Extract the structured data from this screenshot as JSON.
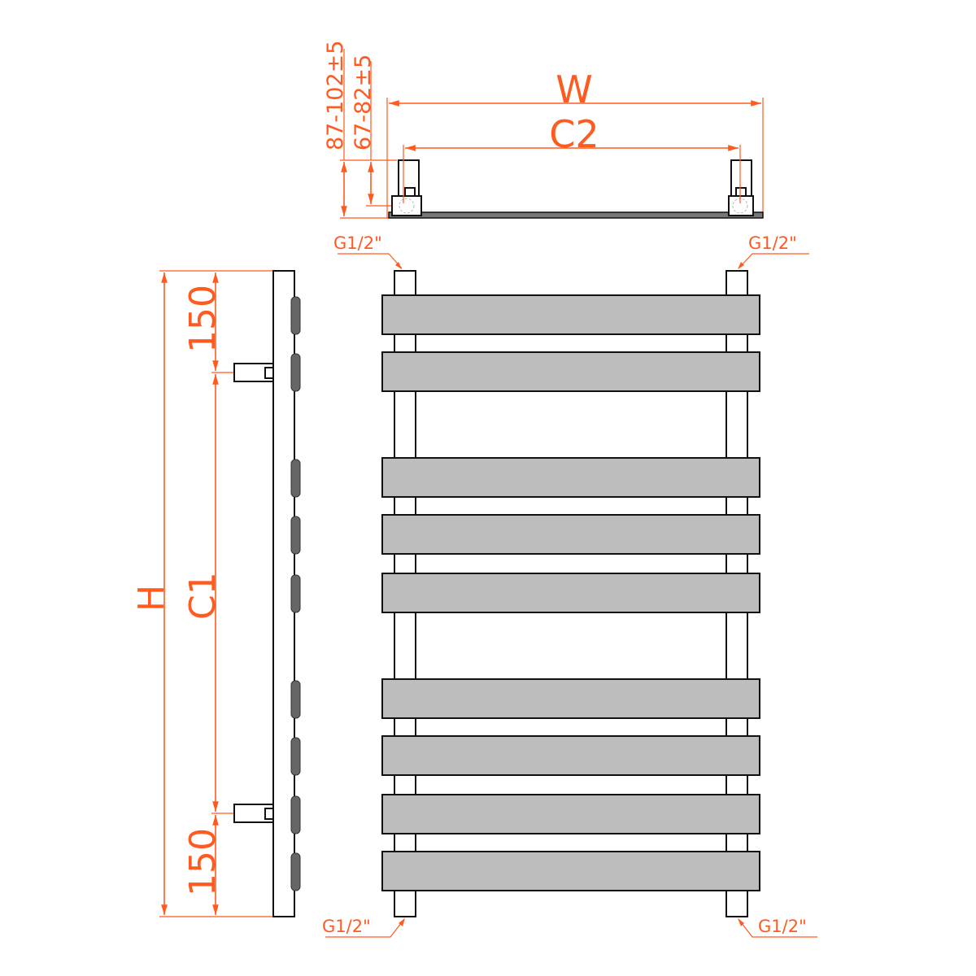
{
  "colors": {
    "dimension": "#ff5a1f",
    "bar_fill": "#bdbdbd",
    "outline": "#111111"
  },
  "top_view": {
    "width_label": "W",
    "c2_label": "C2",
    "depth_outer_label": "87-102±5",
    "depth_inner_label": "67-82±5"
  },
  "side_view": {
    "height_label": "H",
    "c1_label": "C1",
    "top_offset_label": "150",
    "bottom_offset_label": "150"
  },
  "front_view": {
    "connections": [
      "G1/2\"",
      "G1/2\"",
      "G1/2\"",
      "G1/2\""
    ],
    "bar_count": 9
  }
}
